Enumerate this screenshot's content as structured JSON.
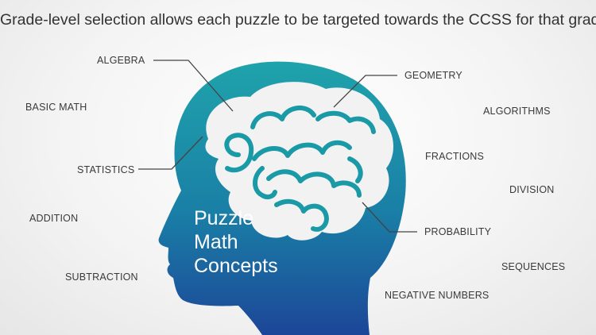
{
  "headline": "Grade-level selection allows each puzzle to be targeted towards the CCSS for that grade.",
  "center_title": [
    "Puzzle",
    "Math",
    "Concepts"
  ],
  "connected_labels": {
    "algebra": "ALGEBRA",
    "geometry": "GEOMETRY",
    "statistics": "STATISTICS",
    "probability": "PROBABILITY"
  },
  "other_labels": {
    "basic_math": "BASIC MATH",
    "algorithms": "ALGORITHMS",
    "fractions": "FRACTIONS",
    "division": "DIVISION",
    "addition": "ADDITION",
    "subtraction": "SUBTRACTION",
    "sequences": "SEQUENCES",
    "negative_numbers": "NEGATIVE NUMBERS"
  },
  "colors": {
    "head_top": "#1a9aa6",
    "head_bottom": "#1c4a9a",
    "brain_fill": "#f2f2f2",
    "brain_stroke": "#1a9aa6",
    "connector": "#444444"
  },
  "icons": [
    "head-silhouette",
    "brain-icon"
  ]
}
